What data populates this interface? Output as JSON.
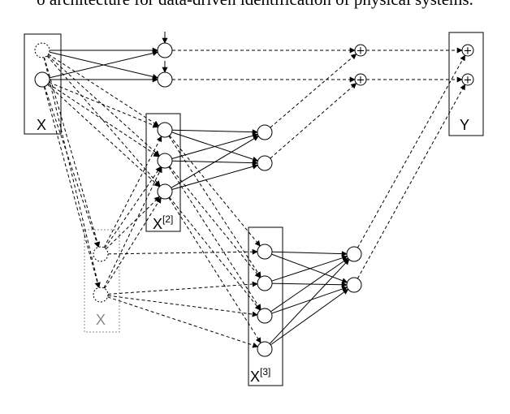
{
  "caption": "o architecture for data-driven identification of physical systems.",
  "labels": {
    "x_input": "X",
    "x_copy": "X",
    "x2_base": "X",
    "x2_sup": "[2]",
    "x3_base": "X",
    "x3_sup": "[3]",
    "y_output": "Y"
  },
  "sum_symbol": "+",
  "colors": {
    "line": "#000000",
    "ghost": "#8a8a8a"
  }
}
